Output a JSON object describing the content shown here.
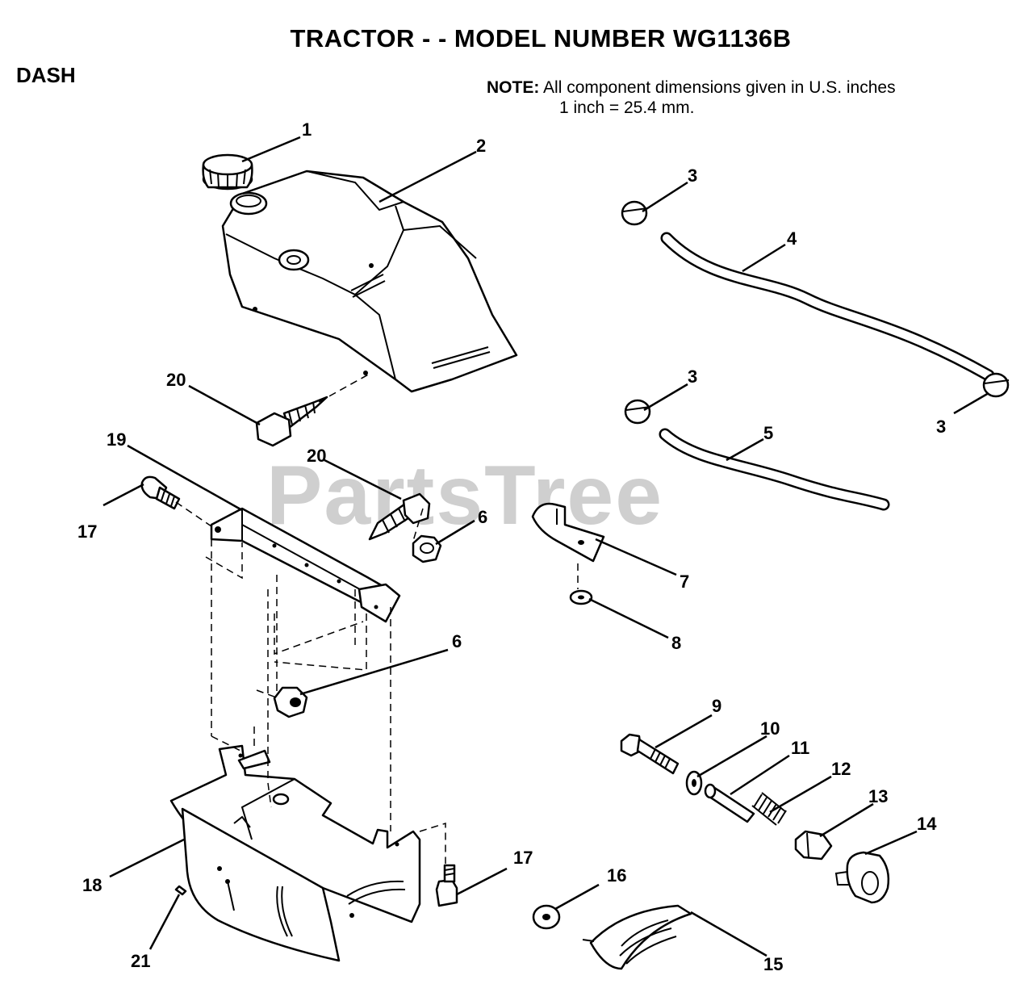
{
  "title": "TRACTOR - - MODEL NUMBER  WG1136B",
  "section": "DASH",
  "note": {
    "label": "NOTE:",
    "line1": "All component dimensions given in U.S. inches",
    "line2": "1 inch = 25.4 mm."
  },
  "watermark": "PartsTree",
  "callouts": [
    "1",
    "2",
    "3",
    "3",
    "3",
    "4",
    "5",
    "6",
    "6",
    "7",
    "8",
    "9",
    "10",
    "11",
    "12",
    "13",
    "14",
    "15",
    "16",
    "17",
    "17",
    "18",
    "19",
    "20",
    "20",
    "21"
  ]
}
